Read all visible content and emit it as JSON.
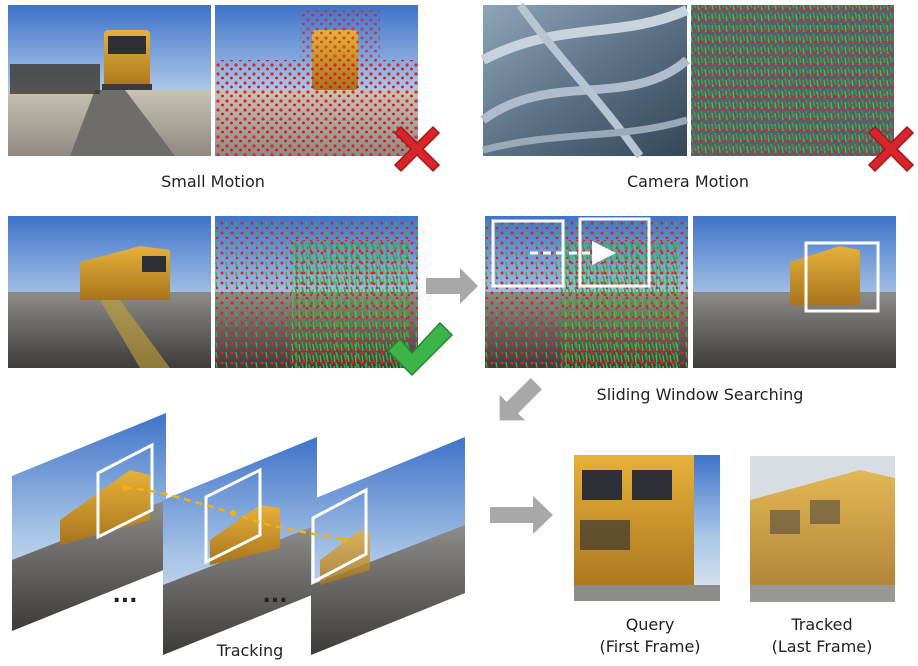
{
  "labels": {
    "small_motion": "Small Motion",
    "camera_motion": "Camera Motion",
    "sliding_window": "Sliding Window Searching",
    "tracking": "Tracking",
    "query_line1": "Query",
    "query_line2": "(First Frame)",
    "tracked_line1": "Tracked",
    "tracked_line2": "(Last Frame)",
    "ellipsis": "..."
  },
  "icons": {
    "reject": "red-cross-icon",
    "accept": "green-check-icon",
    "flow": "gray-arrow-icon"
  },
  "colors": {
    "reject": "#d7262b",
    "accept": "#3cb44a",
    "arrow": "#a8a8a8",
    "trajectory": "#f2b10c",
    "box": "#ffffff"
  }
}
